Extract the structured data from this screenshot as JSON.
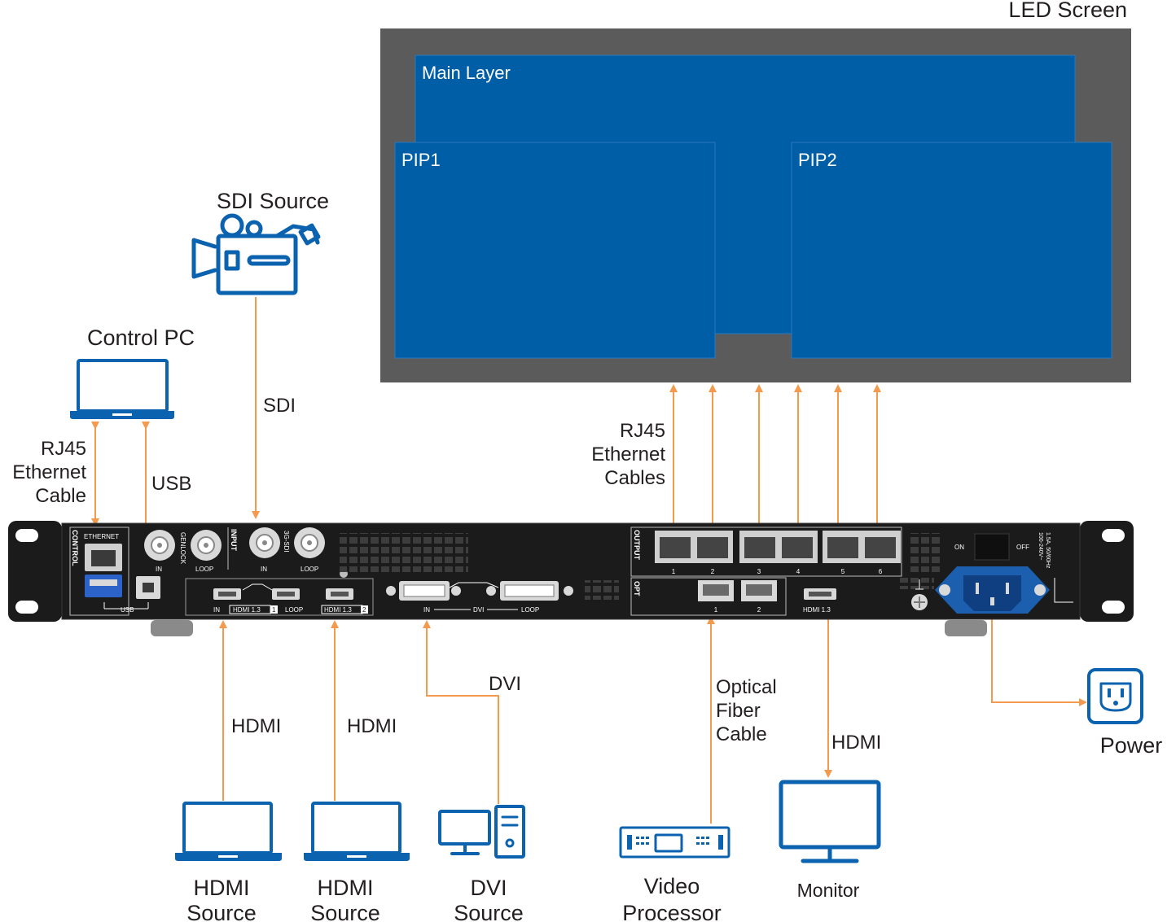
{
  "colors": {
    "accent": "#f39a4f",
    "icon": "#0b63b0",
    "layer": "#005ea7",
    "screen_frame": "#5b5b5b",
    "device": "#1b1b1b"
  },
  "screen": {
    "title": "LED Screen",
    "main_layer": "Main Layer",
    "pip1": "PIP1",
    "pip2": "PIP2"
  },
  "sources": {
    "sdi": "SDI Source",
    "control_pc": "Control PC",
    "hdmi_source_1": [
      "HDMI",
      "Source"
    ],
    "hdmi_source_2": [
      "HDMI",
      "Source"
    ],
    "dvi_source": [
      "DVI",
      "Source"
    ],
    "video_processor": [
      "Video",
      "Processor"
    ],
    "monitor": "Monitor",
    "power": "Power"
  },
  "cables": {
    "sdi": "SDI",
    "rj45_control": [
      "RJ45",
      "Ethernet",
      "Cable"
    ],
    "usb": "USB",
    "rj45_output": [
      "RJ45",
      "Ethernet",
      "Cables"
    ],
    "hdmi_1": "HDMI",
    "hdmi_2": "HDMI",
    "dvi": "DVI",
    "optical": [
      "Optical",
      "Fiber",
      "Cable"
    ],
    "hdmi_out": "HDMI"
  },
  "device_panel": {
    "control": "CONTROL",
    "ethernet": "ETHERNET",
    "usb": "USB",
    "genlock": "GENLOCK",
    "input": "INPUT",
    "sdi": "3G-SDI",
    "in": "IN",
    "loop": "LOOP",
    "hdmi_in": "IN",
    "hdmi13_1": "HDMI 1.3",
    "hdmi13_1_num": "1",
    "hdmi_loop": "LOOP",
    "hdmi13_2": "HDMI 1.3",
    "hdmi13_2_num": "2",
    "dvi_in": "IN",
    "dvi": "DVI",
    "dvi_loop": "LOOP",
    "output": "OUTPUT",
    "output_ports": [
      "1",
      "2",
      "3",
      "4",
      "5",
      "6"
    ],
    "opt": "OPT",
    "opt_ports": [
      "1",
      "2"
    ],
    "hdmi_out": "HDMI 1.3",
    "on": "ON",
    "off": "OFF",
    "power_rating": [
      "1.5A, 50/60Hz",
      "100-240V~"
    ]
  }
}
